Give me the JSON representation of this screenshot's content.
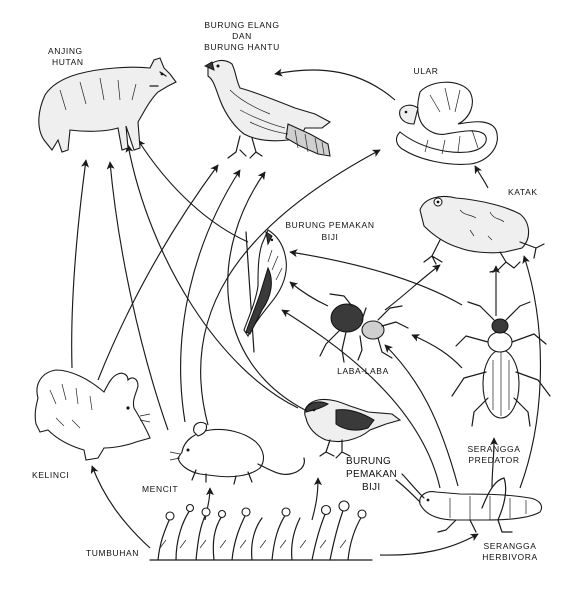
{
  "labels": {
    "anjing_hutan_1": "ANJING",
    "anjing_hutan_2": "HUTAN",
    "burung_elang_1": "BURUNG ELANG",
    "burung_elang_2": "DAN",
    "burung_elang_3": "BURUNG HANTU",
    "ular": "ULAR",
    "katak": "KATAK",
    "burung_pemakan_biji_top_1": "BURUNG PEMAKAN",
    "burung_pemakan_biji_top_2": "BIJI",
    "laba_laba": "LABA-LABA",
    "burung_pemakan_biji_bottom_1": "BURUNG",
    "burung_pemakan_biji_bottom_2": "PEMAKAN",
    "burung_pemakan_biji_bottom_3": "BIJI",
    "serangga_predator_1": "SERANGGA",
    "serangga_predator_2": "PREDATOR",
    "kelinci": "KELINCI",
    "mencit": "MENCIT",
    "tumbuhan": "TUMBUHAN",
    "serangga_herbivora_1": "SERANGGA",
    "serangga_herbivora_2": "HERBIVORA"
  },
  "icons": {
    "fox": "fox-icon",
    "hawk": "hawk-icon",
    "snake": "snake-icon",
    "frog": "frog-icon",
    "woodpecker": "woodpecker-icon",
    "spider": "spider-icon",
    "sparrow": "sparrow-icon",
    "beetle": "beetle-icon",
    "rabbit": "rabbit-icon",
    "mouse": "mouse-icon",
    "plants": "plants-icon",
    "grasshopper": "grasshopper-icon"
  },
  "colors": {
    "ink": "#1a1a1a",
    "background": "#ffffff"
  }
}
